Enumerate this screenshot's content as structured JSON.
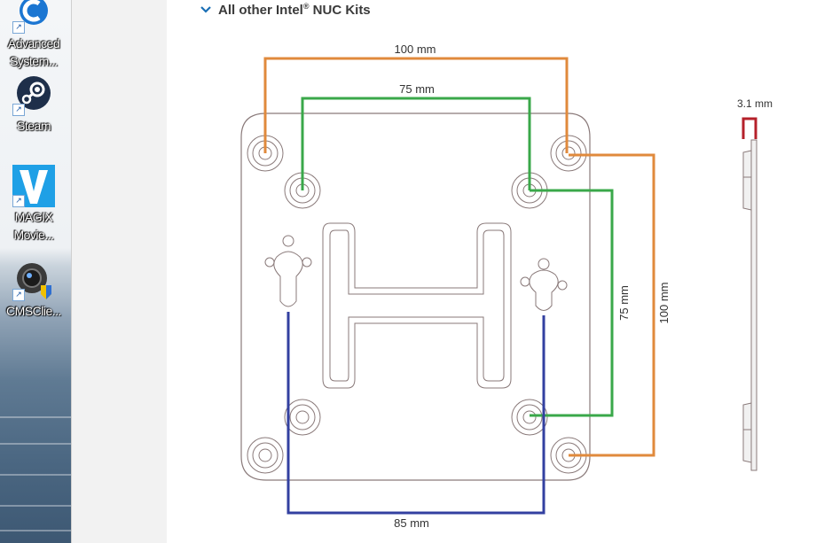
{
  "desktop": {
    "icons": [
      {
        "name": "Advanced System...",
        "line1": "Advanced",
        "line2": "System..."
      },
      {
        "name": "Steam",
        "line1": "Steam",
        "line2": ""
      },
      {
        "name": "MAGIX Movie...",
        "line1": "MAGIX",
        "line2": "Movie..."
      },
      {
        "name": "CMSClie...",
        "line1": "CMSClie...",
        "line2": ""
      }
    ]
  },
  "section": {
    "title_prefix": "All other Intel",
    "title_reg": "®",
    "title_suffix": " NUC Kits",
    "expanded_icon": "chevron-down-icon"
  },
  "diagram": {
    "dim_top_outer": "100 mm",
    "dim_top_inner": "75 mm",
    "dim_right_inner": "75 mm",
    "dim_right_outer": "100 mm",
    "dim_bottom": "85 mm",
    "dim_thickness": "3.1 mm",
    "colors": {
      "outer_100": "#e08a3c",
      "inner_75": "#3aa84a",
      "bottom_85": "#3340a0",
      "thickness": "#b5202a",
      "plate": "#8a7a7a"
    }
  }
}
